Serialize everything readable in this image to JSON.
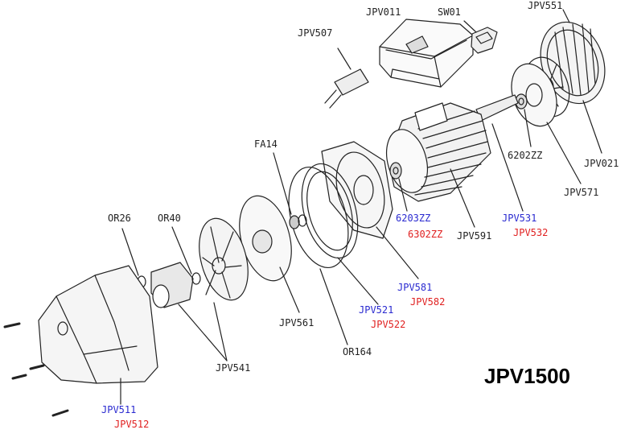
{
  "model": "JPV1500",
  "colors": {
    "line": "#222222",
    "blue_label": "#2a2ad0",
    "red_label": "#e02020"
  },
  "labels": {
    "jpv011": "JPV011",
    "sw01": "SW01",
    "jpv551": "JPV551",
    "jpv507": "JPV507",
    "fa14": "FA14",
    "b6202zz": "6202ZZ",
    "jpv021": "JPV021",
    "jpv571": "JPV571",
    "b6203zz": "6203ZZ",
    "b6302zz": "6302ZZ",
    "jpv531": "JPV531",
    "jpv532": "JPV532",
    "jpv591": "JPV591",
    "or26": "OR26",
    "or40": "OR40",
    "jpv581": "JPV581",
    "jpv582": "JPV582",
    "jpv521": "JPV521",
    "jpv522": "JPV522",
    "jpv561": "JPV561",
    "or164": "OR164",
    "jpv541": "JPV541",
    "jpv511": "JPV511",
    "jpv512": "JPV512"
  }
}
